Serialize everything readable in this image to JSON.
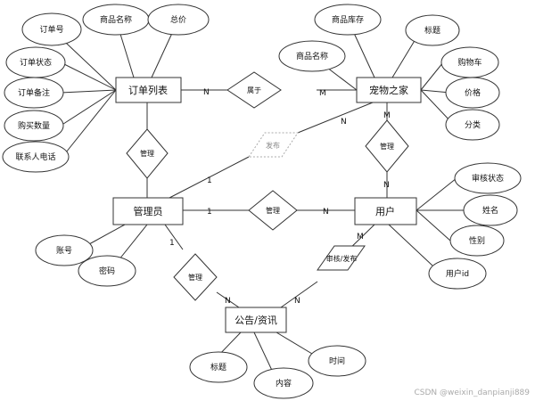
{
  "diagram": {
    "entities": {
      "order_list": "订单列表",
      "pet_home": "宠物之家",
      "admin": "管理员",
      "user": "用户",
      "notice": "公告/资讯"
    },
    "relationships": {
      "belongs": "属于",
      "manage_order": "管理",
      "manage_user": "管理",
      "manage_notice": "管理",
      "manage_pet": "管理",
      "publish": "发布",
      "review_publish": "审核/发布"
    },
    "attributes": {
      "order_no": "订单号",
      "order_product_name": "商品名称",
      "order_total": "总价",
      "order_status": "订单状态",
      "order_remark": "订单备注",
      "order_qty": "购买数量",
      "order_phone": "联系人电话",
      "pet_stock": "商品库存",
      "pet_title": "标题",
      "pet_name": "商品名称",
      "pet_cart": "购物车",
      "pet_price": "价格",
      "pet_category": "分类",
      "user_review": "审核状态",
      "user_name": "姓名",
      "user_gender": "性别",
      "user_id": "用户id",
      "admin_account": "账号",
      "admin_password": "密码",
      "notice_title": "标题",
      "notice_content": "内容",
      "notice_time": "时间"
    },
    "cardinalities": {
      "order_belongs": "N",
      "belongs_pet": "M",
      "admin_publish": "1",
      "publish_pet": "N",
      "admin_manage_user": "1",
      "manage_user_user": "N",
      "pet_manage": "M",
      "manage_user_side": "N",
      "admin_notice": "1",
      "notice_manage": "N",
      "notice_review": "N",
      "review_user": "M"
    }
  },
  "watermark": "CSDN @weixin_danpianji889"
}
